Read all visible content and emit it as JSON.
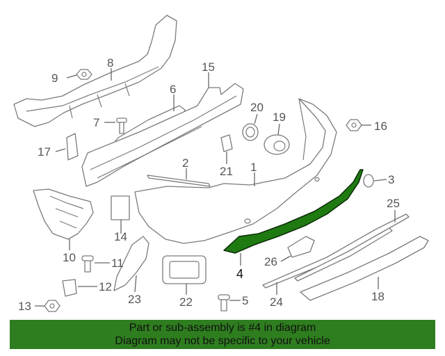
{
  "callouts": {
    "c1": "1",
    "c2": "2",
    "c3": "3",
    "c4": "4",
    "c5": "5",
    "c6": "6",
    "c7": "7",
    "c8": "8",
    "c9": "9",
    "c10": "10",
    "c11": "11",
    "c12": "12",
    "c13": "13",
    "c14": "14",
    "c15": "15",
    "c16": "16",
    "c17": "17",
    "c18": "18",
    "c19": "19",
    "c20": "20",
    "c21": "21",
    "c22": "22",
    "c23": "23",
    "c24": "24",
    "c25": "25",
    "c26": "26"
  },
  "highlight": {
    "part": "4",
    "color": "#1f7a12"
  },
  "banner": {
    "line1": "Part or sub-assembly is #4 in diagram",
    "line2": "Diagram may not be specific to your vehicle",
    "background": "#2e7d1f"
  }
}
